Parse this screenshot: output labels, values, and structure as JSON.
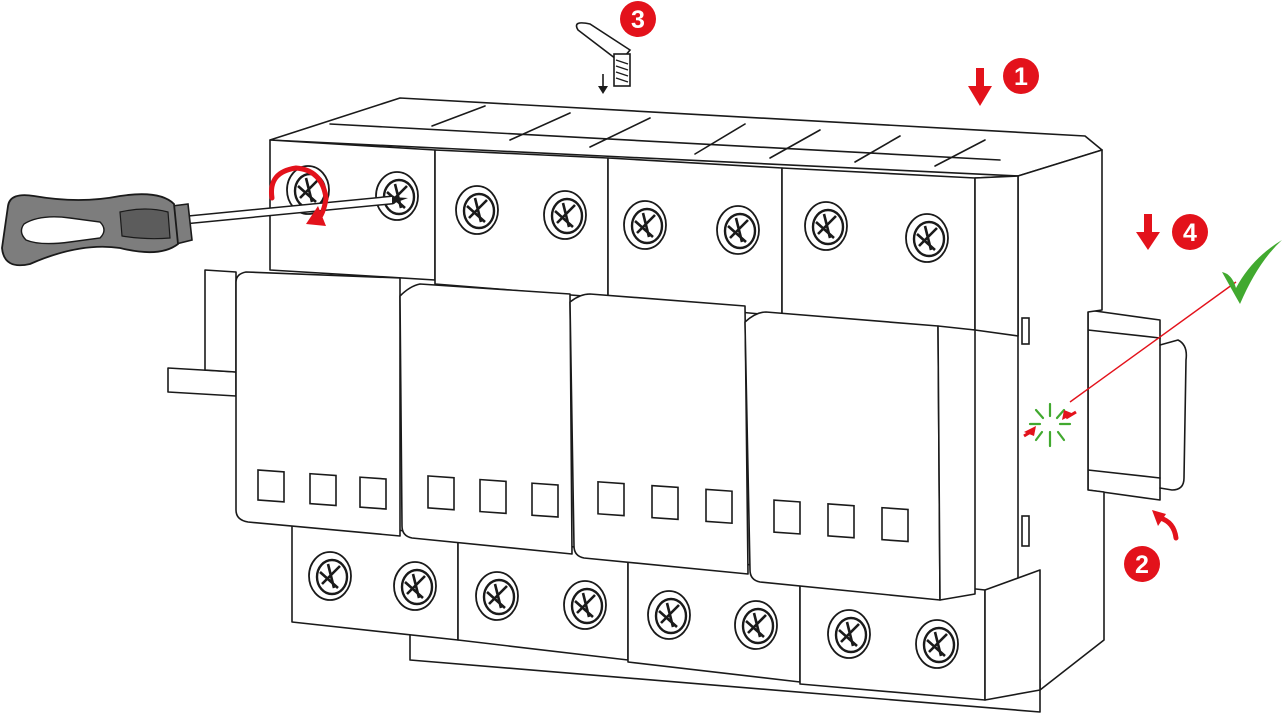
{
  "steps": [
    {
      "number": "1",
      "icon": "down-arrow-icon"
    },
    {
      "number": "2",
      "icon": "curved-arrow-icon"
    },
    {
      "number": "3",
      "icon": "cable-end-icon"
    },
    {
      "number": "4",
      "icon": "down-arrow-icon"
    }
  ],
  "colors": {
    "accent": "#e3121b",
    "check": "#41a92f",
    "line": "#1a1a1a",
    "screwdriver_handle": "#7d7d7d"
  },
  "device": {
    "modules": 4,
    "terminals_per_module": 2,
    "windows_per_module": 3
  },
  "icons": [
    "screwdriver-icon",
    "rotation-arrow-icon",
    "checkmark-icon",
    "click-burst-icon"
  ]
}
